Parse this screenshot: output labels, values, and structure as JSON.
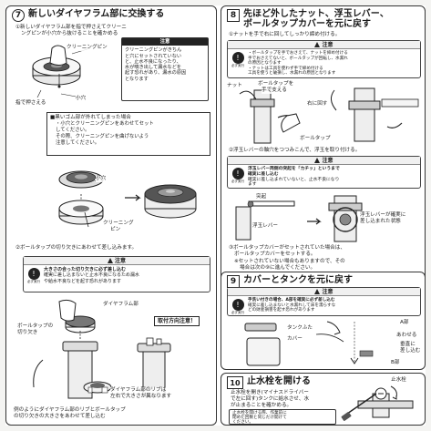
{
  "sec7": {
    "num": "7",
    "title": "新しいダイヤフラム部に交換する",
    "step1": "①新しいダイヤフラム部を指で押さえてクリーニ",
    "step1b": "ングピンが小穴から抜けることを確かめる",
    "label_pin": "クリーニングピン",
    "label_press": "指で押さえる",
    "label_hole": "小穴",
    "caution_head": "注意",
    "caution1": "クリーニングピンがきちん",
    "caution2": "と穴にセットされていない",
    "caution3": "と、止水不良になったり、",
    "caution4": "水が噴き出して漏水などを",
    "caution5": "起す恐れがあり、漏水の原因",
    "caution6": "となります",
    "box_head": "■黒いゴム部が外れてしまった場合",
    "box_l1": "・小穴とクリーニングピンをあわせてセット",
    "box_l2": "してください。",
    "box_l3": "その際、クリーニングピンを曲げないよう",
    "box_l4": "注意してください。",
    "label_hole2": "小穴",
    "label_pin2a": "クリーニング",
    "label_pin2b": "ピン",
    "step2": "②ボールタップの切り欠きにあわせて差し込みます。",
    "note_title": "注意",
    "note_l1": "大きさの合った切り欠きに必ず差し込む",
    "note_l2": "確実に差し込まないと止水不良になるため漏水",
    "note_l3": "や給水不良などを起す恐れがあります",
    "must_label": "必ず実行",
    "label_diaphragm": "ダイヤフラム部",
    "label_notch1": "ボールタップの",
    "label_notch2": "切り欠き",
    "dir_tag": "取付方向注意！",
    "label_rib1": "ダイヤフラム部のリブは",
    "label_rib2": "左右で大きさが異なります",
    "bottom_l1": "例のようにダイヤフラム部のリブとボールタップ",
    "bottom_l2": "の切り欠きの大きさをあわせて差し込む"
  },
  "sec8": {
    "num": "8",
    "title1": "先ほど外したナット、浮玉レバー、",
    "title2": "ボールタップカバーを元に戻す",
    "step1": "①ナットを手で右に回してしっかり締め付ける。",
    "note_title": "注意",
    "note_l1": "・ボールタップを手でおさえて、ナットを締め付ける",
    "note_l2": "手でおさえてないと、ボールタップが回転し、水漏れ",
    "note_l3": "の原因となります",
    "note_l4": "・ナットは工具を使わず手で締め付ける",
    "note_l5": "工具を使うと破損し、水漏れの原因となります",
    "label_nut": "ナット",
    "label_hold1": "ボールタップを",
    "label_hold2": "手で支える",
    "label_right": "右に回す",
    "label_balltap": "ボールタップ",
    "step2": "②浮玉レバーの軸穴をつつみこんで、浮玉を取り付ける。",
    "note2_title": "注意",
    "note2_l1": "浮玉レバー両側の突起を「カチッ」というまで",
    "note2_l2": "確実に差し込む",
    "note2_l3": "確実に差し込まれていないと、止水不良になり",
    "note2_l4": "ます",
    "label_boss": "突起",
    "label_lever": "浮玉レバー",
    "label_in1": "浮玉レバーが確実に",
    "label_in2": "差し込まれた状態",
    "step3a": "③ボールタップカバーがセットされていた場合は、",
    "step3b": "ボールタップカバーをセットする。",
    "step3c": "※セットされていない場合もありますので、その",
    "step3d": "場合は次の⑨に進んでください。"
  },
  "sec9": {
    "num": "9",
    "title": "カバーとタンクを元に戻す",
    "note_title": "注意",
    "note_l1": "手洗い付きの場合、A部を確実に必ず差し込む",
    "note_l2": "確実に差し込まないと水漏れして床を濡らすな",
    "note_l3": "どの財産損害を起す恐れがあります",
    "label_a": "A部",
    "label_tank": "タンクふた",
    "label_cover": "カバー",
    "label_match": "あわせる",
    "label_straight1": "垂直に",
    "label_straight2": "差し込む",
    "label_b": "B部"
  },
  "sec10": {
    "num": "10",
    "title": "止水栓を開ける",
    "l1": "止水栓を開き(マイナスドライバー",
    "l2": "で左に回す)タンクに給水させ、水",
    "l3": "が止まることを確かめる。",
    "l4": "止水栓を開ける際、作業前に",
    "l5": "閉めた回数と同じだけ開けて",
    "l6": "ください。",
    "label_valve": "止水栓"
  }
}
